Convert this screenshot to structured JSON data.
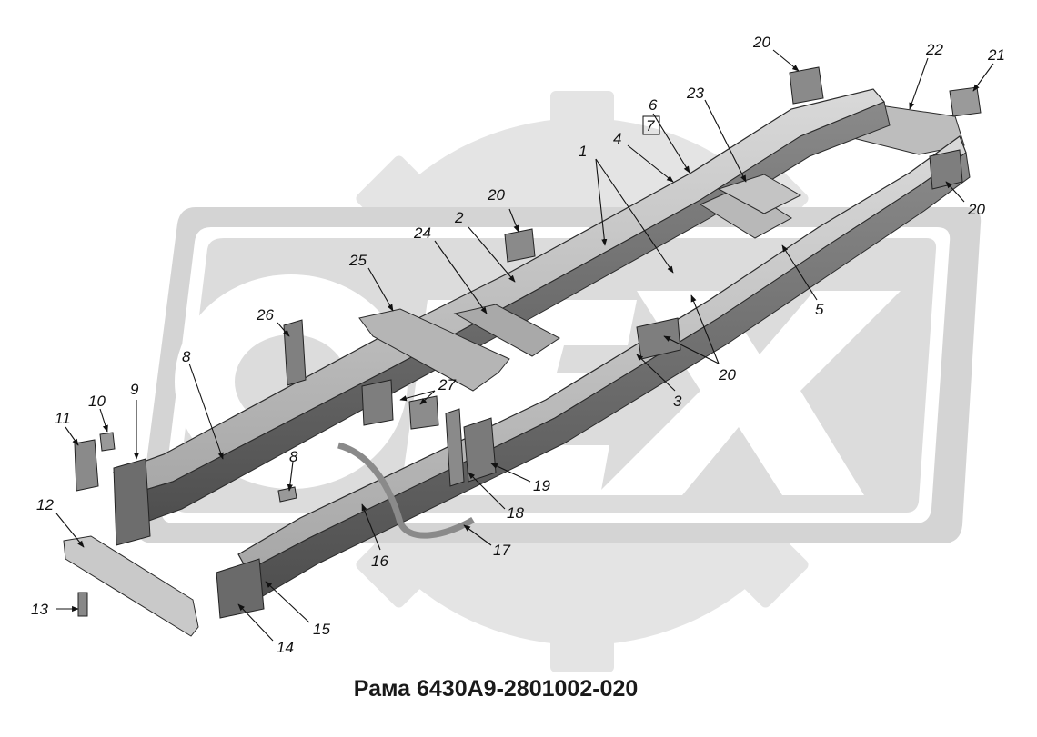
{
  "diagram": {
    "caption": "Рама 6430А9-2801002-020",
    "watermark": {
      "logo": "ОЕХ",
      "color": "#e2e2e2"
    },
    "colors": {
      "frame_light": "#cfcfcf",
      "frame_mid": "#9e9e9e",
      "frame_dark": "#5a5a5a",
      "outline": "#2b2b2b",
      "ink": "#111111"
    },
    "callouts": [
      "20",
      "22",
      "21",
      "6",
      "7",
      "23",
      "1",
      "4",
      "20",
      "20",
      "2",
      "24",
      "25",
      "26",
      "8",
      "9",
      "10",
      "11",
      "27",
      "20",
      "3",
      "5",
      "8",
      "19",
      "18",
      "12",
      "16",
      "17",
      "13",
      "15",
      "14"
    ]
  }
}
